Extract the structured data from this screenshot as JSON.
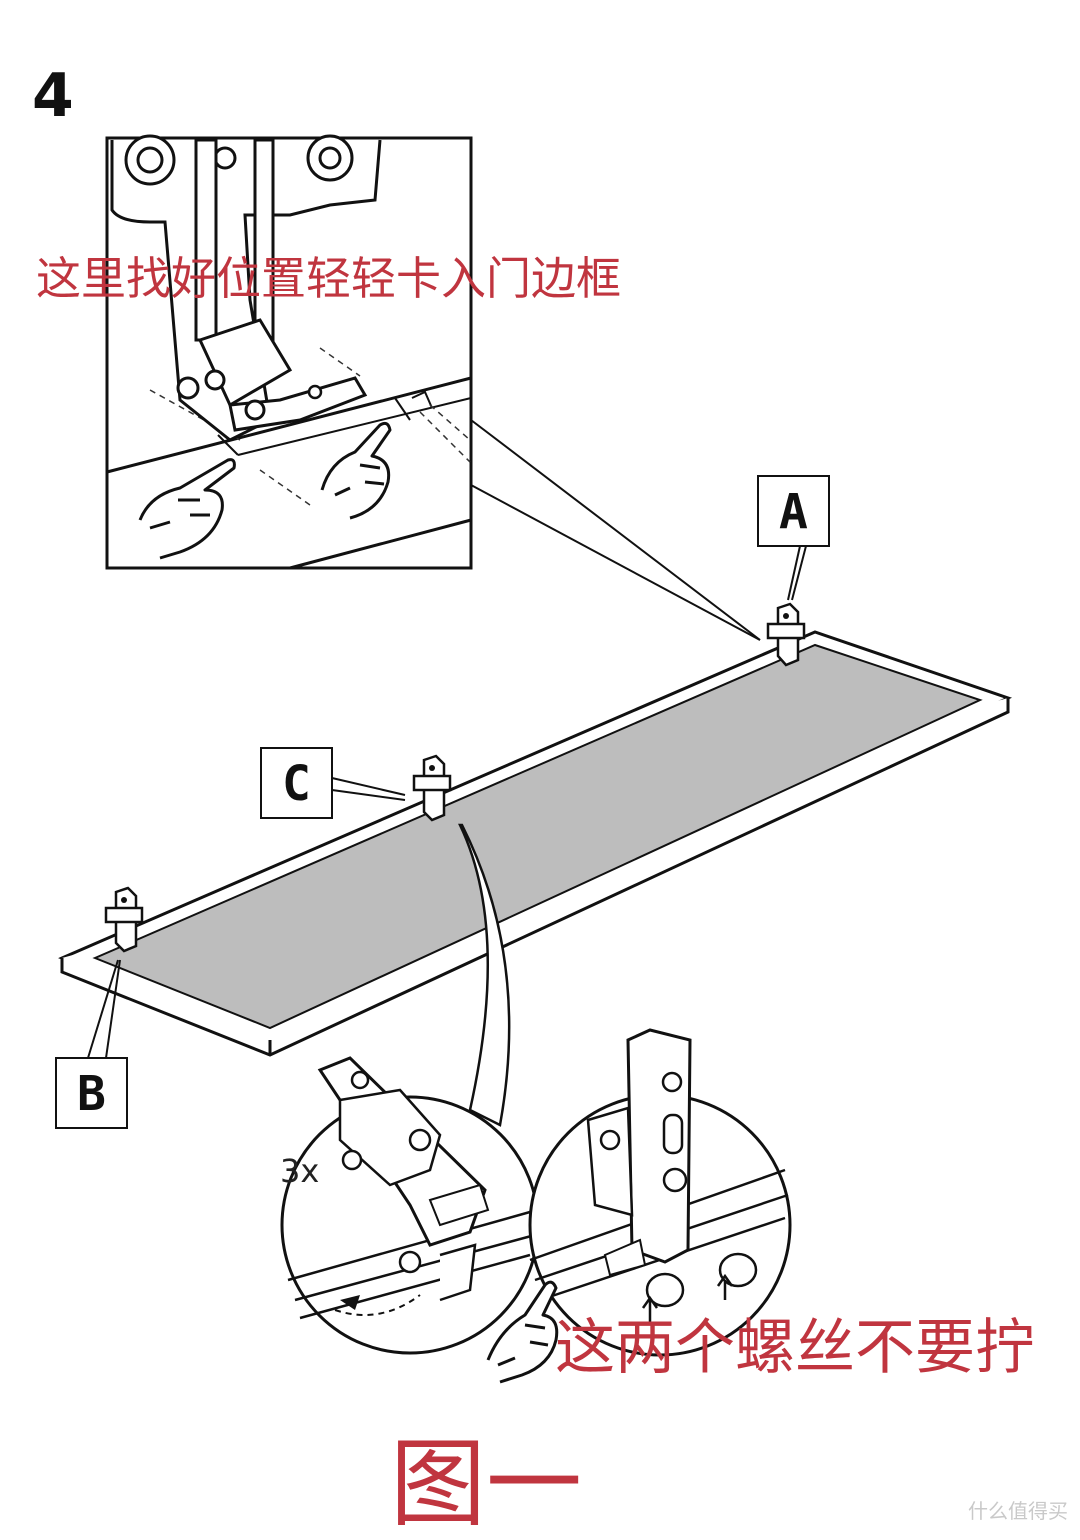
{
  "step_number": "4",
  "annotations": {
    "top_note": "这里找好位置轻轻卡入门边框",
    "bottom_note": "这两个螺丝不要拧"
  },
  "figure_caption": "图一",
  "part_labels": {
    "a": "A",
    "b": "B",
    "c": "C"
  },
  "quantity_label": "3x",
  "watermark": "什么值得买",
  "colors": {
    "annotation": "#c0353f",
    "panel_fill": "#bdbdbd",
    "line": "#111111"
  }
}
